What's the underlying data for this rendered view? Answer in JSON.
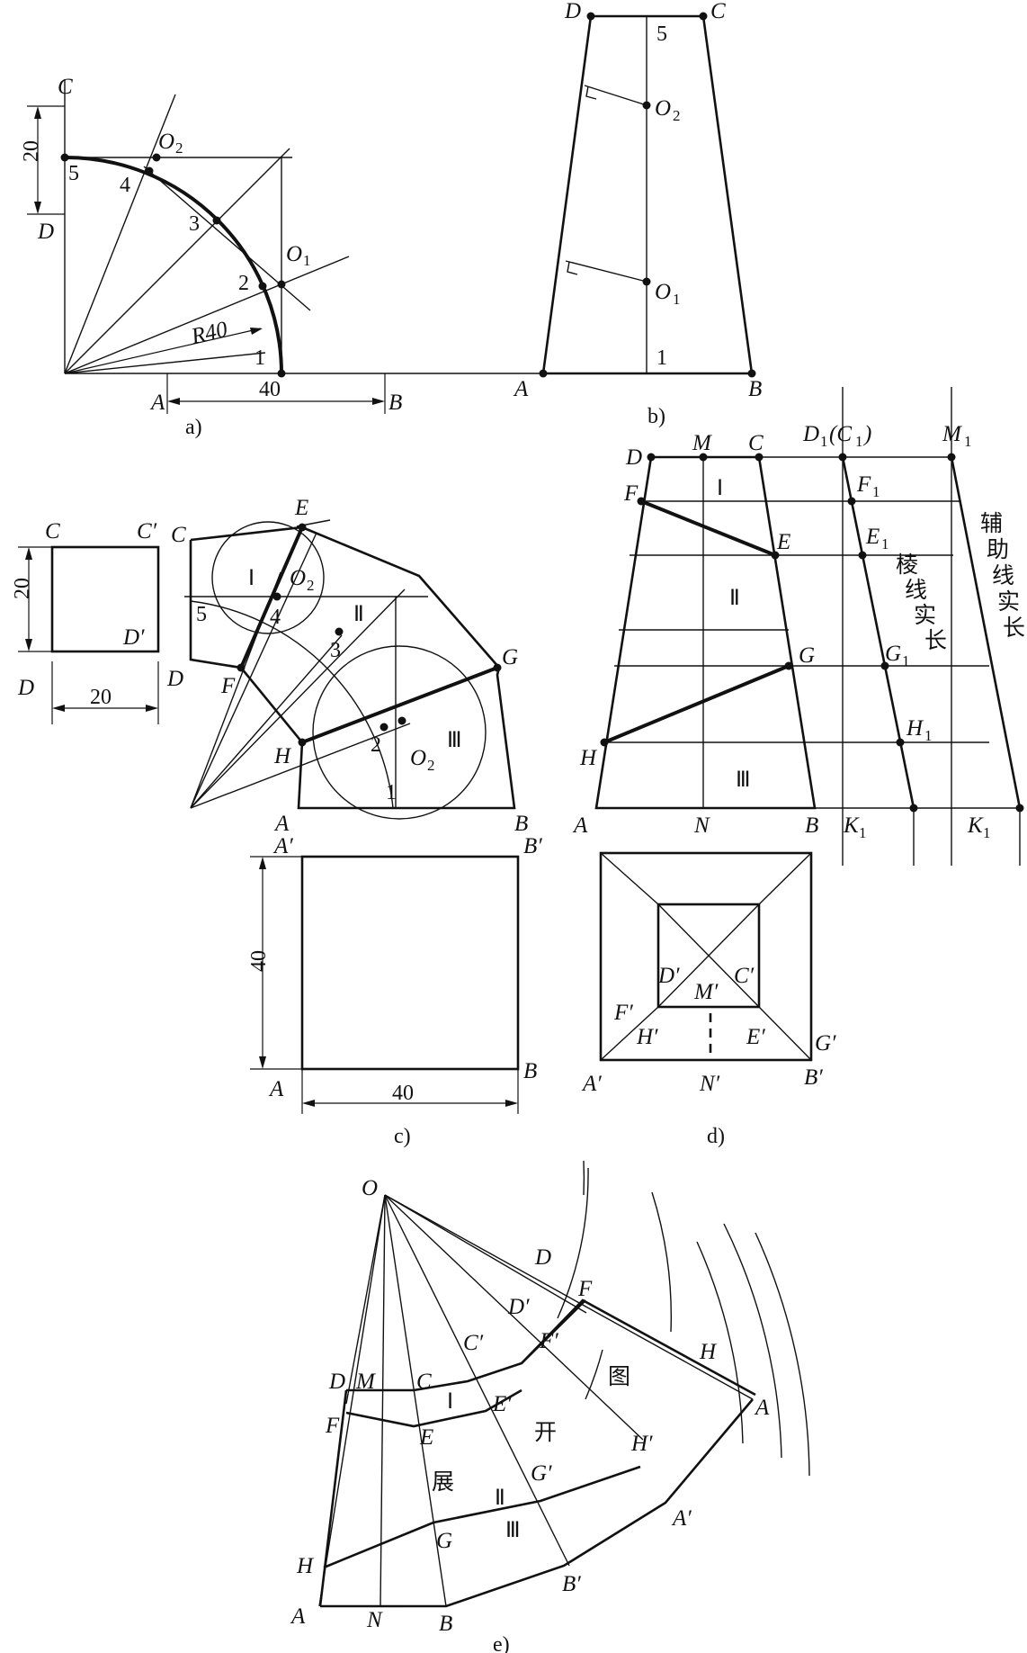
{
  "captions": {
    "a": "a)",
    "b": "b)",
    "c": "c)",
    "d": "d)",
    "e": "e)"
  },
  "panel_a": {
    "pts": {
      "C": "C",
      "D": "D",
      "A": "A",
      "B": "B",
      "O1": "O",
      "O1s": "1",
      "O2": "O",
      "O2s": "2"
    },
    "nums": {
      "n1": "1",
      "n2": "2",
      "n3": "3",
      "n4": "4",
      "n5": "5"
    },
    "dims": {
      "d20": "20",
      "d40": "40",
      "r40": "R40"
    }
  },
  "panel_b": {
    "pts": {
      "D": "D",
      "C": "C",
      "A": "A",
      "B": "B",
      "O1": "O",
      "O1s": "1",
      "O2": "O",
      "O2s": "2"
    },
    "nums": {
      "n5": "5",
      "n1": "1"
    }
  },
  "panel_c": {
    "small": {
      "C": "C",
      "Cp": "C′",
      "D": "D",
      "Dp": "D′",
      "d20v": "20",
      "d20h": "20"
    },
    "pts": {
      "C": "C",
      "E": "E",
      "D": "D",
      "F": "F",
      "G": "G",
      "H": "H",
      "A": "A",
      "B": "B",
      "O2a": "O",
      "O2as": "2",
      "O2b": "O",
      "O2bs": "2"
    },
    "nums": {
      "n1": "1",
      "n2": "2",
      "n3": "3",
      "n4": "4",
      "n5": "5"
    },
    "regions": {
      "r1": "Ⅰ",
      "r2": "Ⅱ",
      "r3": "Ⅲ"
    },
    "big": {
      "Ap": "A′",
      "Bp": "B′",
      "A": "A",
      "B": "B",
      "d40v": "40",
      "d40h": "40"
    }
  },
  "panel_d": {
    "pts": {
      "D": "D",
      "M": "M",
      "C": "C",
      "F": "F",
      "E": "E",
      "G": "G",
      "H": "H",
      "A": "A",
      "N": "N",
      "B": "B"
    },
    "true": {
      "D1": "D",
      "D1s": "1",
      "C1": "(C",
      "C1s": "1",
      "C1e": ")",
      "M1": "M",
      "M1s": "1",
      "F1": "F",
      "F1s": "1",
      "E1": "E",
      "E1s": "1",
      "G1": "G",
      "G1s": "1",
      "H1": "H",
      "H1s": "1",
      "K1a": "K",
      "K1as": "1",
      "K1b": "K",
      "K1bs": "1"
    },
    "regions": {
      "r1": "Ⅰ",
      "r2": "Ⅱ",
      "r3": "Ⅲ"
    },
    "note1": [
      "棱",
      "线",
      "实",
      "长"
    ],
    "note2": [
      "辅",
      "助",
      "线",
      "实",
      "长"
    ],
    "plan": {
      "Dp": "D′",
      "Cp": "C′",
      "Mp": "M′",
      "Fp": "F′",
      "Hp": "H′",
      "Ep": "E′",
      "Gp": "G′",
      "Ap": "A′",
      "Np": "N′",
      "Bp": "B′"
    }
  },
  "panel_e": {
    "pts": {
      "O": "O",
      "D": "D",
      "Dp": "D′",
      "F": "F",
      "Fp": "F′",
      "H": "H",
      "A": "A",
      "Hp": "H′",
      "Ap": "A′",
      "Cp": "C′",
      "Ep": "E′",
      "Gp": "G′",
      "Bp": "B′",
      "D2": "D",
      "M": "M",
      "C": "C",
      "F2": "F",
      "E": "E",
      "G": "G",
      "H2": "H",
      "A2": "A",
      "N": "N",
      "B": "B"
    },
    "regions": {
      "r1": "Ⅰ",
      "r2": "Ⅱ",
      "r3": "Ⅲ"
    },
    "words": {
      "w1": "展",
      "w2": "开",
      "w3": "图"
    }
  }
}
